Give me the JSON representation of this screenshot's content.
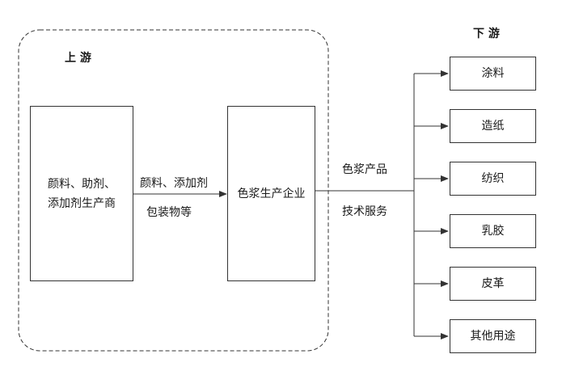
{
  "upstream": {
    "title": "上 游",
    "supplier_line1": "颜料、助剂、",
    "supplier_line2": "添加剂生产商",
    "input_label_line1": "颜料、添加剂",
    "input_label_line2": "包装物等",
    "enterprise": "色浆生产企业"
  },
  "output": {
    "product_label": "色浆产品",
    "service_label": "技术服务"
  },
  "downstream": {
    "title": "下 游",
    "items": [
      "涂料",
      "造纸",
      "纺织",
      "乳胶",
      "皮革",
      "其他用途"
    ]
  },
  "colors": {
    "stroke": "#333333",
    "text": "#1a1a1a"
  }
}
